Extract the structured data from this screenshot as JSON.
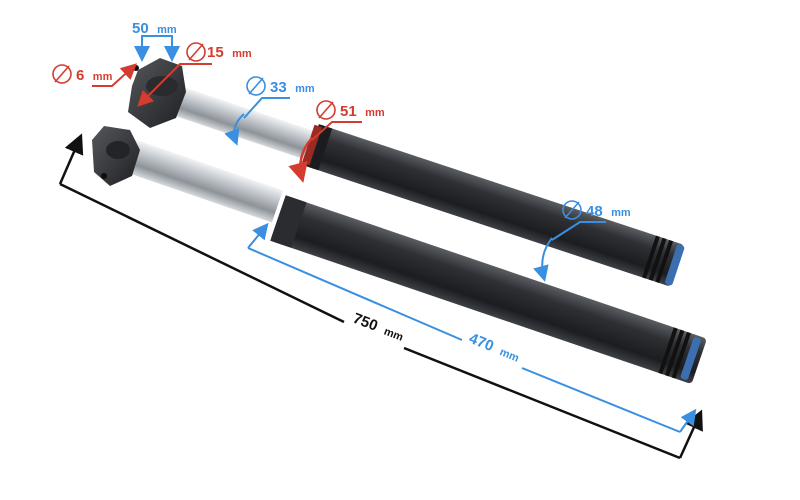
{
  "colors": {
    "blue": "#3a8fe0",
    "red": "#d43c2f",
    "black": "#111111",
    "tube_dark": "#2b2d30",
    "tube_chrome": "#c9cdd2",
    "accent_cap": "#3b6fb0"
  },
  "icons": [
    "diameter-icon"
  ],
  "dimensions": {
    "clamp_width": {
      "value": "50",
      "unit": "mm"
    },
    "clamp_hole": {
      "value": "15",
      "unit": "mm"
    },
    "bolt_hole": {
      "value": "6",
      "unit": "mm"
    },
    "stanchion": {
      "value": "33",
      "unit": "mm"
    },
    "seal_ring": {
      "value": "51",
      "unit": "mm"
    },
    "lower_leg": {
      "value": "48",
      "unit": "mm"
    },
    "total_length": {
      "value": "750",
      "unit": "mm"
    },
    "slider_length": {
      "value": "470",
      "unit": "mm"
    }
  }
}
